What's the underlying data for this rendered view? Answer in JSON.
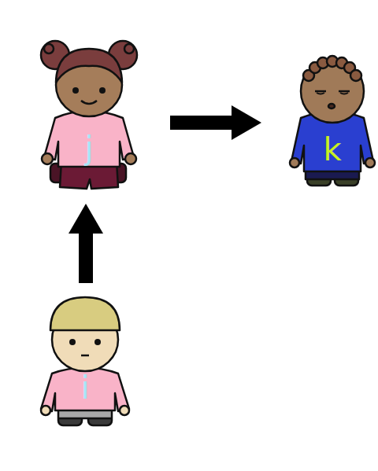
{
  "diagram": {
    "nodes": [
      {
        "text": [
          "j"
        ]
      },
      {
        "text": [
          "k"
        ]
      },
      {
        "text": [
          "i"
        ]
      }
    ],
    "edges": [
      {
        "from": 2,
        "to": 0,
        "arrow": "to"
      },
      {
        "from": 0,
        "to": 1,
        "arrow": "to"
      }
    ]
  }
}
